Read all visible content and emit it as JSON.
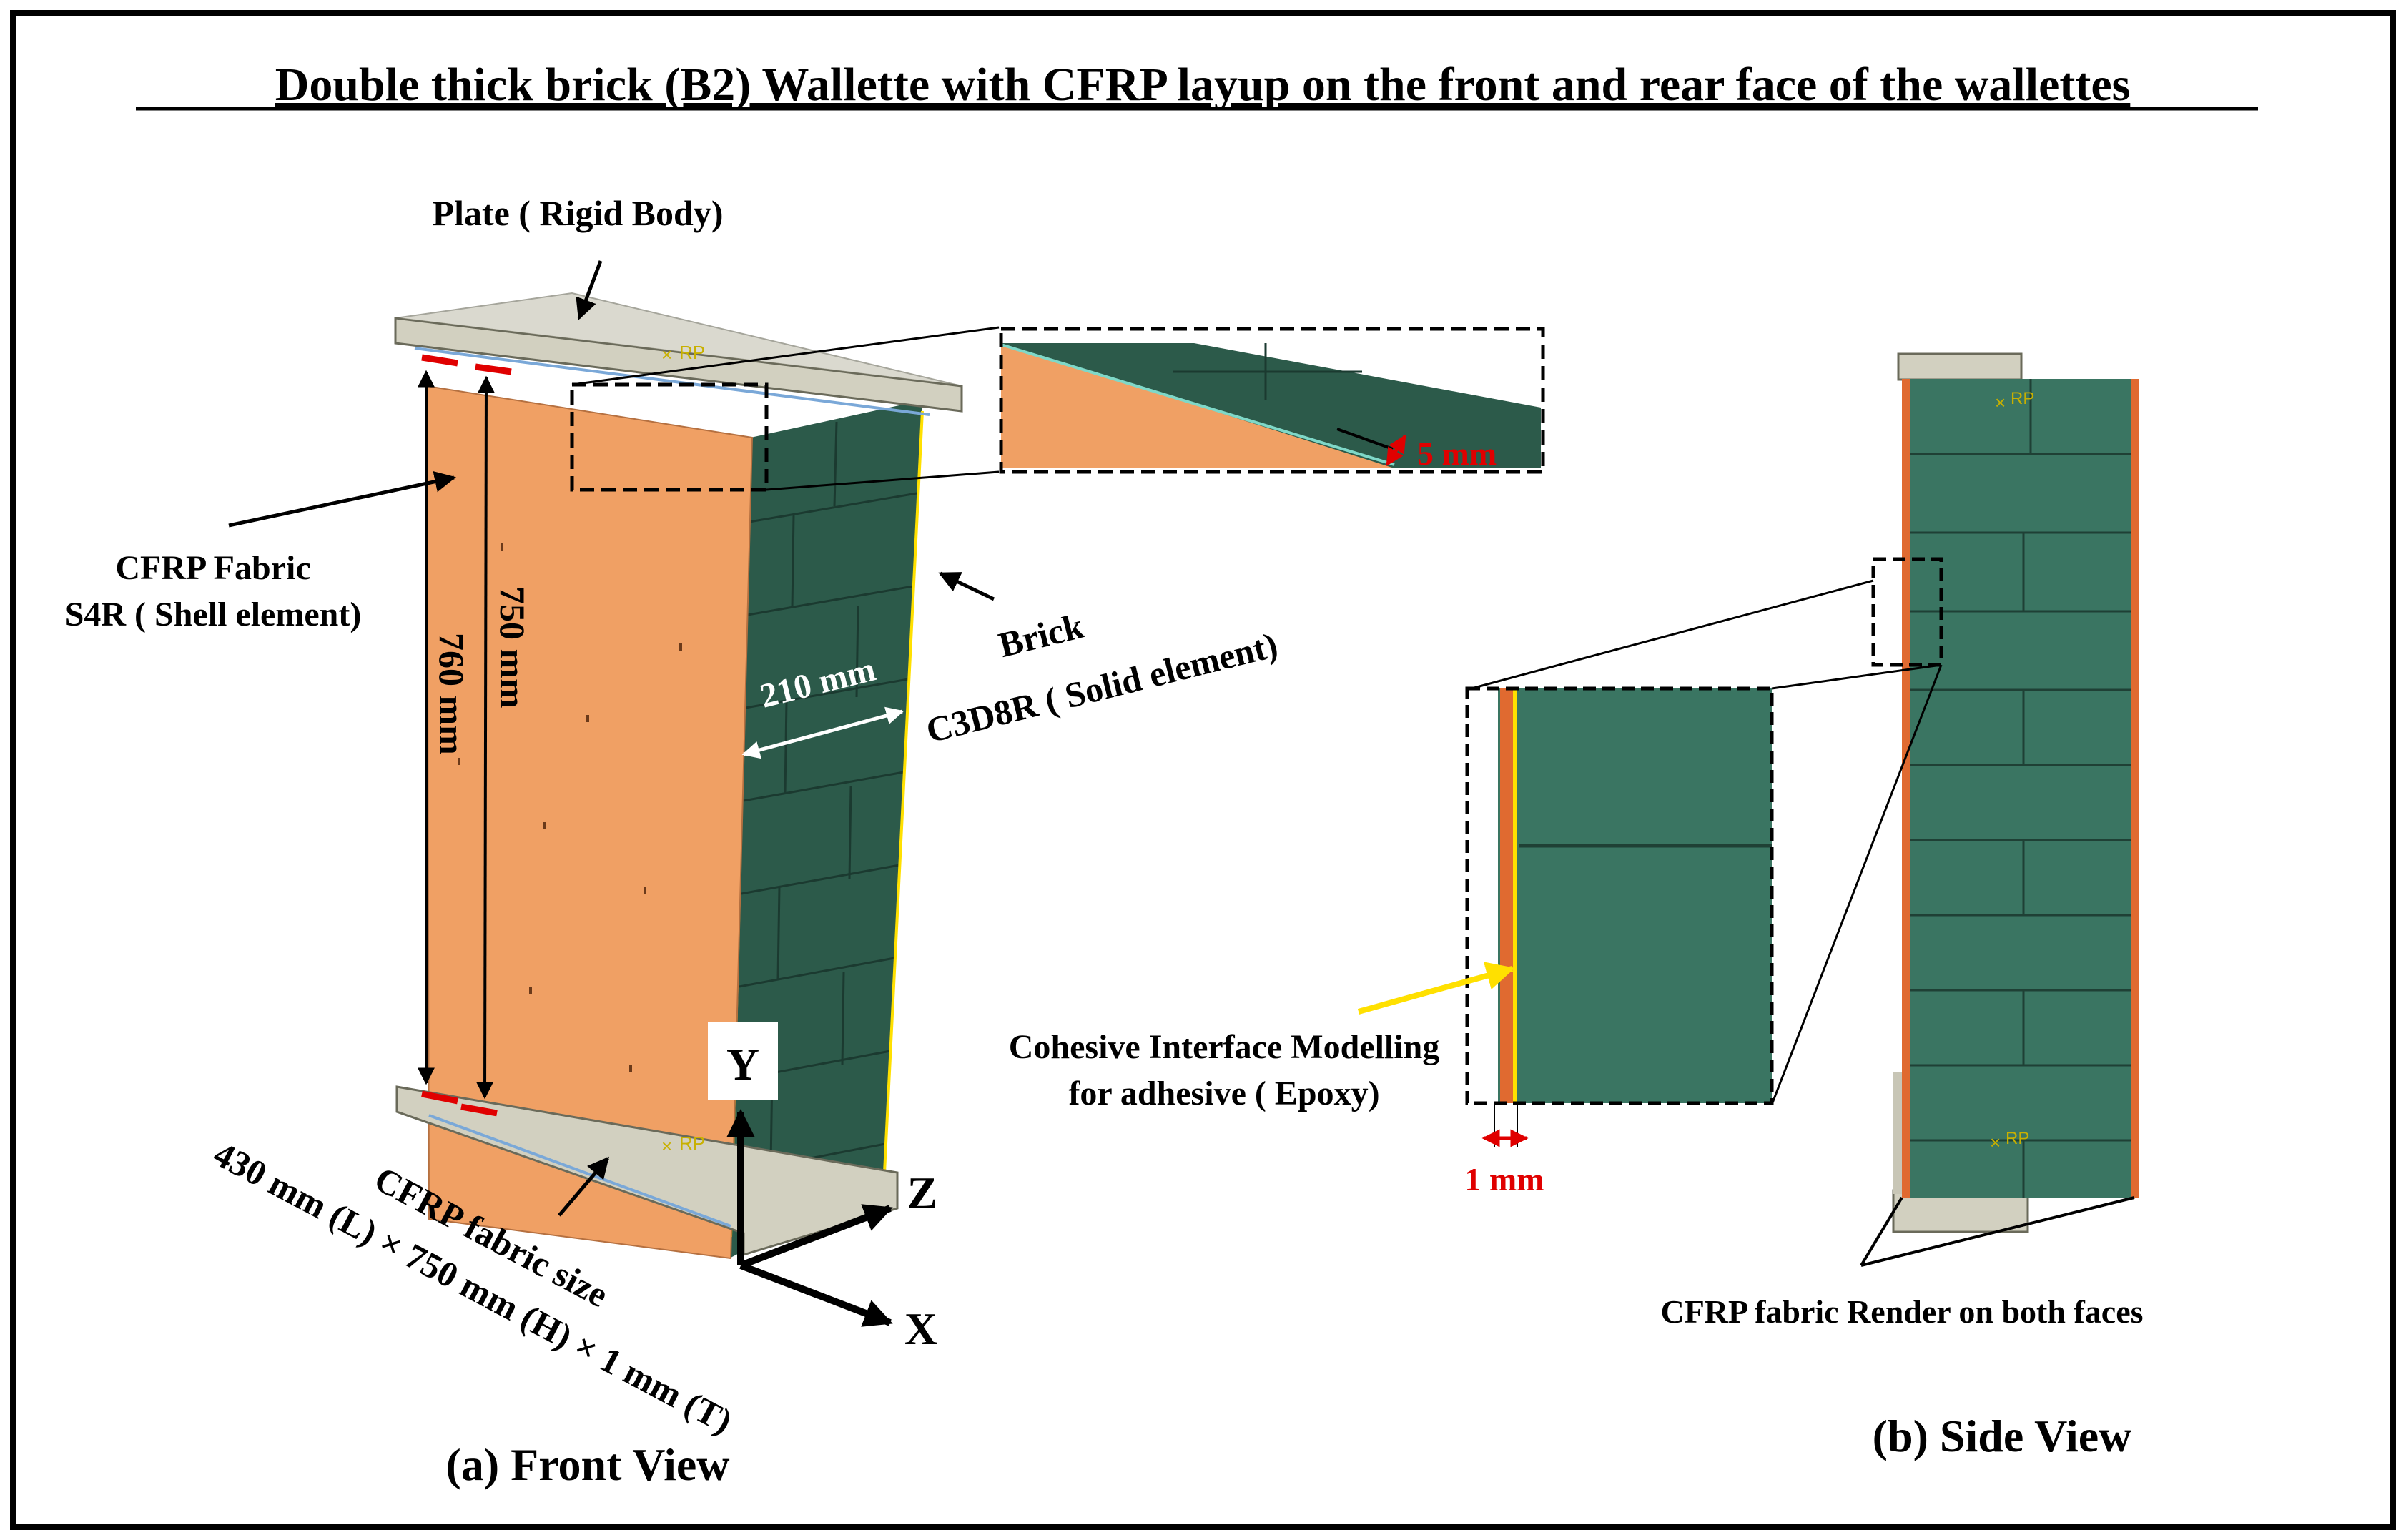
{
  "title": "Double thick brick (B2) Wallette with CFRP layup on the front and rear face of the wallettes",
  "front": {
    "caption": "(a) Front View",
    "plate_label": "Plate ( Rigid Body)",
    "cfrp_label_1": "CFRP Fabric",
    "cfrp_label_2": "S4R ( Shell element)",
    "brick_label_1": "Brick",
    "brick_label_2": "C3D8R ( Solid element)",
    "dim_760": "760 mm",
    "dim_750": "750 mm",
    "dim_210": "210 mm",
    "dim_5": "5 mm",
    "size_label_1": "CFRP fabric size",
    "size_label_2": "430 mm (L) × 750 mm (H) × 1 mm (T)",
    "rp_top": "RP",
    "rp_bottom": "RP",
    "axis_y": "Y",
    "axis_z": "Z",
    "axis_x": "X"
  },
  "side": {
    "caption": "(b) Side View",
    "cohesive_label_1": "Cohesive Interface Modelling",
    "cohesive_label_2": "for adhesive ( Epoxy)",
    "dim_1": "1 mm",
    "render_label": "CFRP fabric Render on both faces",
    "rp_top": "RP",
    "rp_bottom": "RP"
  },
  "colors": {
    "cfrp": "#f0a064",
    "brick": "#2c5a4a",
    "brick_light": "#3a7562",
    "plate": "#d2d0c0",
    "dimension_red": "#e00000",
    "adhesive": "#ffe000"
  }
}
